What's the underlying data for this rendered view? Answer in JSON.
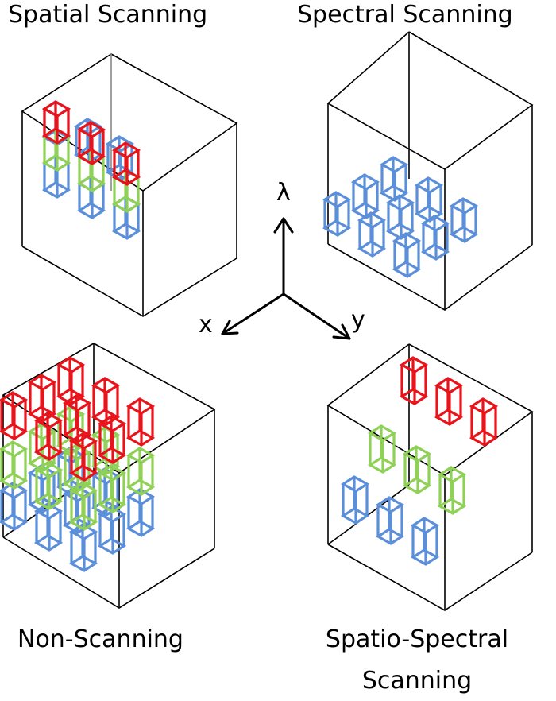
{
  "panels": {
    "spatial": {
      "title": "Spatial Scanning"
    },
    "spectral": {
      "title": "Spectral Scanning"
    },
    "non_scanning": {
      "title": "Non-Scanning"
    },
    "spatio_spectral": {
      "title_line1": "Spatio-Spectral",
      "title_line2": "Scanning"
    }
  },
  "axes": {
    "lambda": "λ",
    "x": "x",
    "y": "y"
  },
  "colors": {
    "red": "#e8141c",
    "green": "#8fd057",
    "blue": "#5b8fd9",
    "outline": "#000000"
  }
}
